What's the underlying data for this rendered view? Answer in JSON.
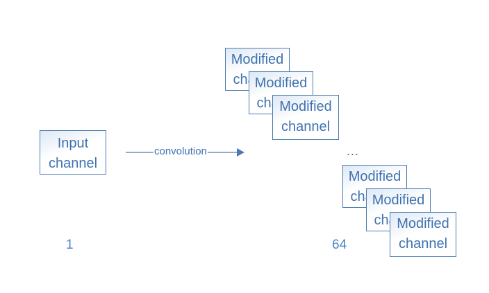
{
  "input": {
    "line1": "Input",
    "line2": "channel"
  },
  "arrow": {
    "label": "convolution"
  },
  "modified": {
    "line1": "Modified",
    "line2": "channel"
  },
  "input_count": "1",
  "output_count": "64",
  "ellipsis": "...",
  "colors": {
    "stroke": "#4a7ab0",
    "text": "#3f72b0",
    "count": "#4a86c6"
  }
}
